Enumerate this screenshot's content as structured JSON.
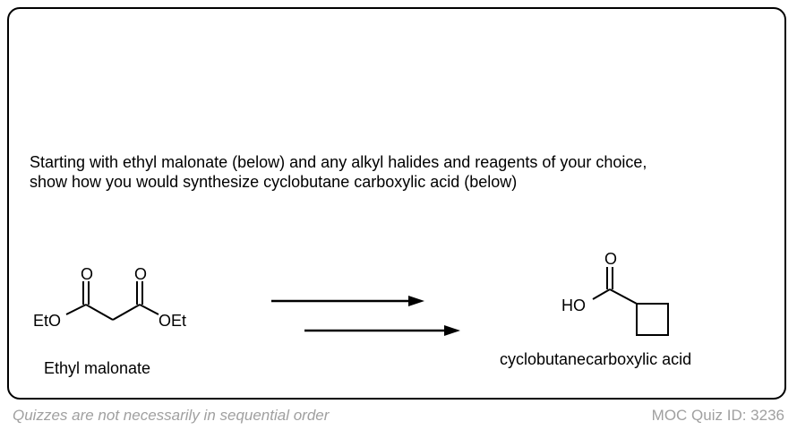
{
  "question": {
    "line1": "Starting with ethyl malonate (below) and any alkyl halides and reagents of your choice,",
    "line2": "show how you would synthesize cyclobutane carboxylic acid (below)"
  },
  "start": {
    "name": "Ethyl malonate",
    "left_group": "EtO",
    "right_group": "OEt",
    "oxygen": "O"
  },
  "product": {
    "name": "cyclobutanecarboxylic acid",
    "hydroxyl": "HO",
    "oxygen": "O"
  },
  "footer": {
    "note": "Quizzes are not necessarily in sequential order",
    "quiz_id": "MOC Quiz ID: 3236"
  }
}
